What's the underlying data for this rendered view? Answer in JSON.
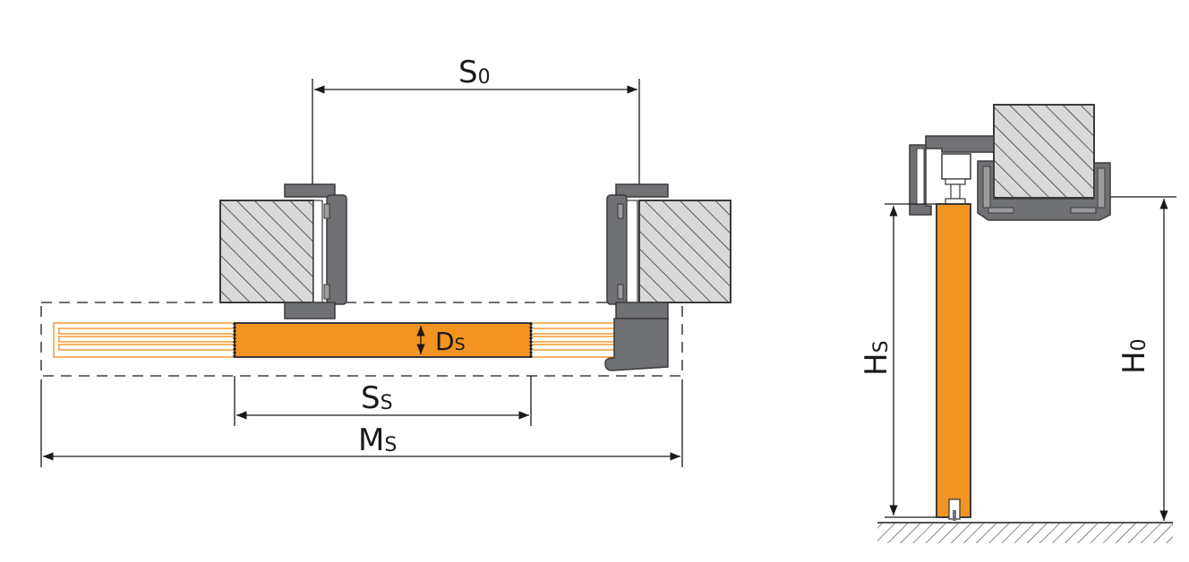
{
  "diagram": {
    "labels": {
      "s0": {
        "main": "S",
        "sub": "0"
      },
      "ds": {
        "main": "D",
        "sub": "S"
      },
      "ss": {
        "main": "S",
        "sub": "S"
      },
      "ms": {
        "main": "M",
        "sub": "S"
      },
      "hs": {
        "main": "H",
        "sub": "S"
      },
      "h0": {
        "main": "H",
        "sub": "0"
      }
    },
    "colors": {
      "door_fill": "#f39321",
      "door_stroke": "#3a3a3a",
      "wall_fill": "#d9d9d9",
      "hatch": "#3a3a3a",
      "hardware_fill": "#707174",
      "hardware_light": "#9c9c9e",
      "line": "#1a1a1a",
      "ghost_outline": "#f39321"
    }
  }
}
